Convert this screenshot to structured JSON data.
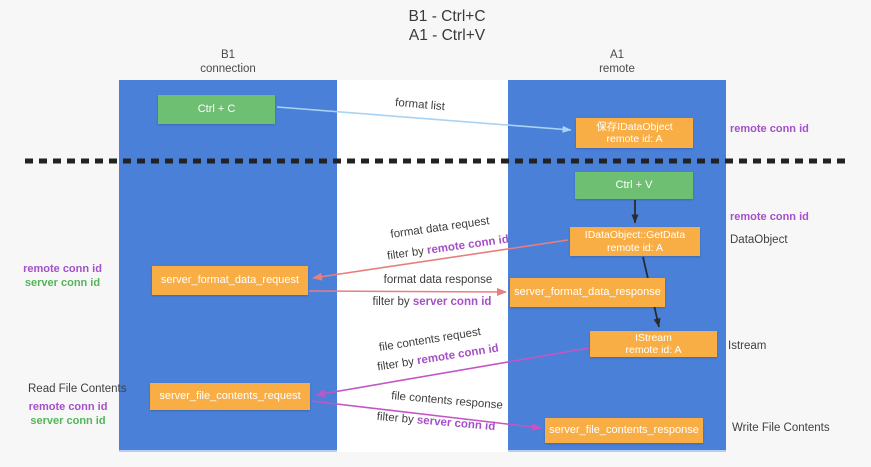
{
  "title": {
    "line1": "B1 - Ctrl+C",
    "line2": "A1 - Ctrl+V"
  },
  "lanes": {
    "b1": {
      "name": "B1",
      "subtitle": "connection"
    },
    "a1": {
      "name": "A1",
      "subtitle": "remote"
    }
  },
  "nodes": {
    "ctrl_c": "Ctrl + C",
    "ctrl_v": "Ctrl + V",
    "save_idataobject": {
      "line1": "保存IDataObject",
      "line2": "remote id: A"
    },
    "getdata": {
      "line1": "IDataObject::GetData",
      "line2": "remote id: A"
    },
    "istream": {
      "line1": "IStream",
      "line2": "remote id: A"
    },
    "format_request": "server_format_data_request",
    "format_response": "server_format_data_response",
    "file_request": "server_file_contents_request",
    "file_response": "server_file_contents_response"
  },
  "edge_labels": {
    "format_list": "format list",
    "format_data_request": "format data request",
    "format_data_response": "format data response",
    "file_contents_request": "file contents request",
    "file_contents_response": "file contents response",
    "filter_by": "filter by ",
    "remote_conn_id": "remote conn id",
    "server_conn_id": "server conn id"
  },
  "annotations": {
    "right_remote_conn_id_top": "remote conn id",
    "right_remote_conn_id_mid": "remote conn id",
    "dataobject": "DataObject",
    "istream": "Istream",
    "write_file_contents": "Write File Contents",
    "left_remote_conn_id_top": "remote conn id",
    "left_server_conn_id_top": "server conn id",
    "read_file_contents": "Read File Contents",
    "left_remote_conn_id_bottom": "remote conn id",
    "left_server_conn_id_bottom": "server conn id"
  },
  "colors": {
    "lane_blue": "#4a80d8",
    "box_green": "#6fbf73",
    "box_orange": "#f9ae45",
    "arrow_salmon": "#e87e7e",
    "arrow_magenta": "#c455c4",
    "arrow_lightblue": "#a9d3f2",
    "label_purple": "#a550c8",
    "label_green": "#53b556",
    "separator_black": "#222222"
  }
}
